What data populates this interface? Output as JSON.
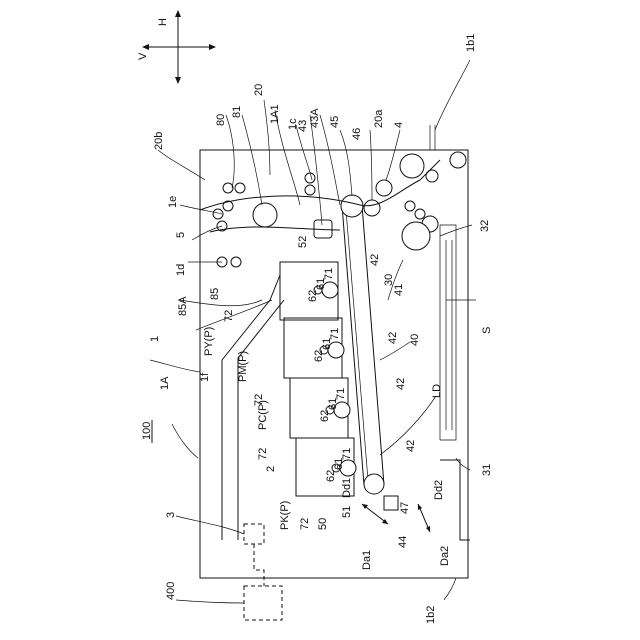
{
  "directions": {
    "vertical": "V",
    "horizontal": "H"
  },
  "labels": {
    "system": "100",
    "apparatus": "1",
    "housing": "1A",
    "housing_part": "1A1",
    "path_1c": "1c",
    "path_1d": "1d",
    "path_1e": "1e",
    "path_1f": "1f",
    "side_1b1": "1b1",
    "side_1b2": "1b2",
    "image_forming": "2",
    "control": "3",
    "external": "400",
    "guide": "4",
    "fixing": "5",
    "conveyor": "20",
    "conveyor_20a": "20a",
    "conveyor_20b": "20b",
    "tray_30": "30",
    "tray_31": "31",
    "feed_32": "32",
    "transfer_40": "40",
    "belt_41": "41",
    "roller_42": "42",
    "roller_43": "43",
    "roller_43A": "43A",
    "roller_44": "44",
    "roller_45": "45",
    "roller_46": "46",
    "roller_47": "47",
    "unit_50": "50",
    "unit_51": "51",
    "unit_52": "52",
    "drum_61": "61",
    "charger_62": "62",
    "sensor_71": "71",
    "developer_72": "72",
    "part_80": "80",
    "part_81": "81",
    "part_85": "85",
    "part_85A": "85A",
    "sheet": "S",
    "direction_LD": "LD",
    "direction_Da1": "Da1",
    "direction_Da2": "Da2",
    "direction_Dd1": "Dd1",
    "direction_Dd2": "Dd2",
    "station_yellow": "PY(P)",
    "station_magenta": "PM(P)",
    "station_cyan": "PC(P)",
    "station_black": "PK(P)"
  }
}
